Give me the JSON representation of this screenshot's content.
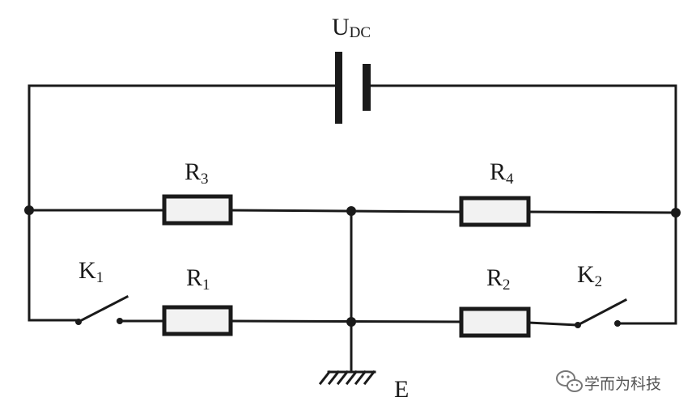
{
  "diagram": {
    "source": {
      "label": "U",
      "sub": "DC"
    },
    "resistors": [
      {
        "id": "R3",
        "label": "R",
        "sub": "3"
      },
      {
        "id": "R4",
        "label": "R",
        "sub": "4"
      },
      {
        "id": "R1",
        "label": "R",
        "sub": "1"
      },
      {
        "id": "R2",
        "label": "R",
        "sub": "2"
      }
    ],
    "switches": [
      {
        "id": "K1",
        "label": "K",
        "sub": "1"
      },
      {
        "id": "K2",
        "label": "K",
        "sub": "2"
      }
    ],
    "ground": {
      "label": "E"
    }
  },
  "watermark": {
    "text": "学而为科技",
    "icon": "wechat-icon"
  }
}
